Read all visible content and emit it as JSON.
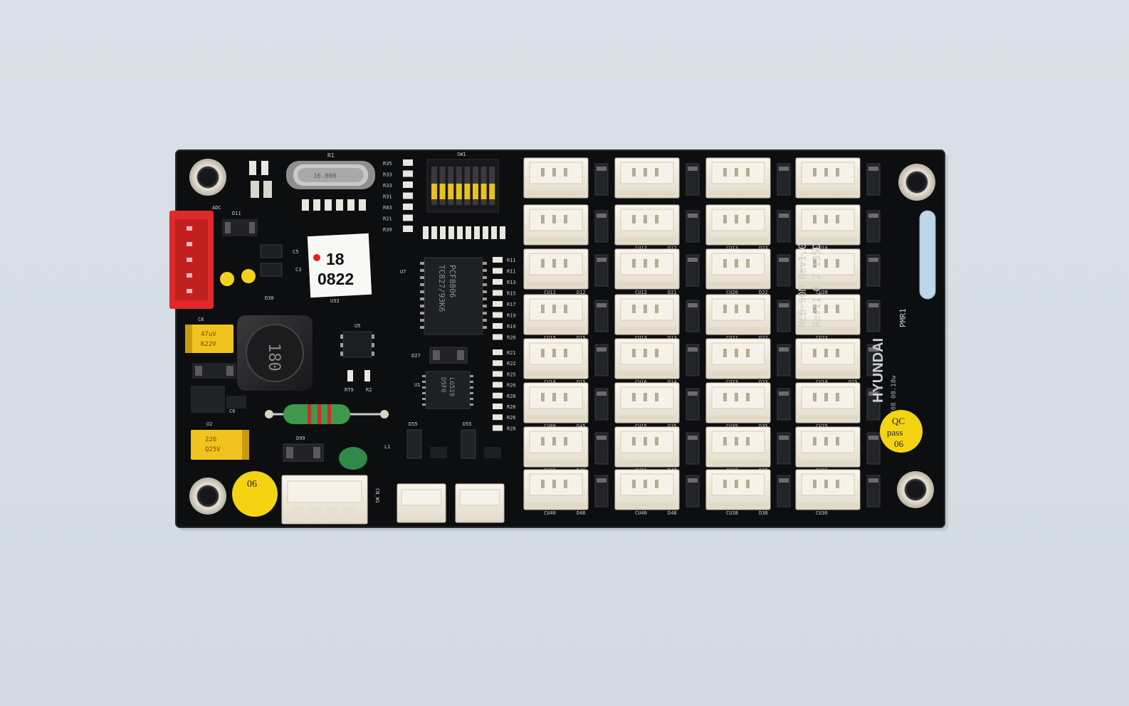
{
  "colors": {
    "background": "#d8dfe6",
    "pcb": "#0d0e10",
    "silkscreen": "#c9ccd0",
    "connector": "#f1ebdf",
    "red_connector": "#e02a2a",
    "qc_sticker": "#f4d312",
    "date_label": "#ffffff"
  },
  "board": {
    "model_text": "MCB-90M  Rev1.0",
    "rev_text": "Rev11.0  2 135DC",
    "pmr_text": "PMR1",
    "brand_text": "HYUNDAI",
    "sub_brand_text": "92M108 08.18w"
  },
  "date_label": {
    "line1": "18",
    "line2": "0822"
  },
  "qc_sticker": {
    "line1": "QC",
    "line2": "pass",
    "line3": "06"
  },
  "small_sticker": {
    "text": "06"
  },
  "chips": {
    "u7_line1": "PCF8806",
    "u7_line2": "TC827/93K6",
    "u1_line1": "LG519",
    "u1_line2": "D5F6",
    "inductor_text": "180",
    "cap_top_line1": "47uV",
    "cap_top_line2": "K22V",
    "cap_bottom_line1": "226",
    "cap_bottom_line2": "Q25V",
    "crystal_text": "16.000"
  },
  "labels": {
    "r1": "R1",
    "sw1": "SW1",
    "u33": "U33",
    "u5": "U5",
    "u7": "U7",
    "u1": "U1",
    "d27": "D27",
    "d55a": "D55",
    "d55b": "D55",
    "d99": "D99",
    "d30": "D30",
    "d11": "D11",
    "cn": "CN_W1",
    "c6": "C6",
    "u2": "U2",
    "dc": "ADC",
    "rt9": "RT9",
    "r2": "R2",
    "l1": "L1",
    "c5": "C5",
    "c3": "C3"
  },
  "resistor_labels_top": [
    "R35",
    "R33",
    "R33",
    "R31",
    "R83",
    "R21",
    "R39"
  ],
  "resistor_labels_right": [
    "R11",
    "R11",
    "R13",
    "R15",
    "R17",
    "R19",
    "R19",
    "R20"
  ],
  "resistor_labels_right2": [
    "R21",
    "R22",
    "R25",
    "R26",
    "R26",
    "R26",
    "R26",
    "R28"
  ],
  "connector_labels": [
    [
      "",
      "",
      "",
      ""
    ],
    [
      "",
      "CU12",
      "CU13",
      "CU18"
    ],
    [
      "CU11",
      "CU12",
      "CU20",
      "CU28"
    ],
    [
      "CU15",
      "CU13",
      "CU21",
      "CU23"
    ],
    [
      "CU16",
      "CU16",
      "CU23",
      "CU18"
    ],
    [
      "CU09",
      "CU15",
      "CU35",
      "CU25"
    ],
    [
      "CU09",
      "CU21",
      "CU38",
      "CU36"
    ],
    [
      "CU40",
      "CU40",
      "CU38",
      "CU36"
    ]
  ],
  "diode_labels": [
    [
      "",
      "",
      "",
      ""
    ],
    [
      "",
      "D12",
      "D23",
      ""
    ],
    [
      "D12",
      "D21",
      "D22",
      ""
    ],
    [
      "D15",
      "D13",
      "D22",
      ""
    ],
    [
      "D15",
      "D14",
      "D23",
      "D15"
    ],
    [
      "D45",
      "D35",
      "D35",
      ""
    ],
    [
      "D46",
      "D47",
      "D38",
      ""
    ],
    [
      "D46",
      "D48",
      "D38",
      ""
    ]
  ]
}
